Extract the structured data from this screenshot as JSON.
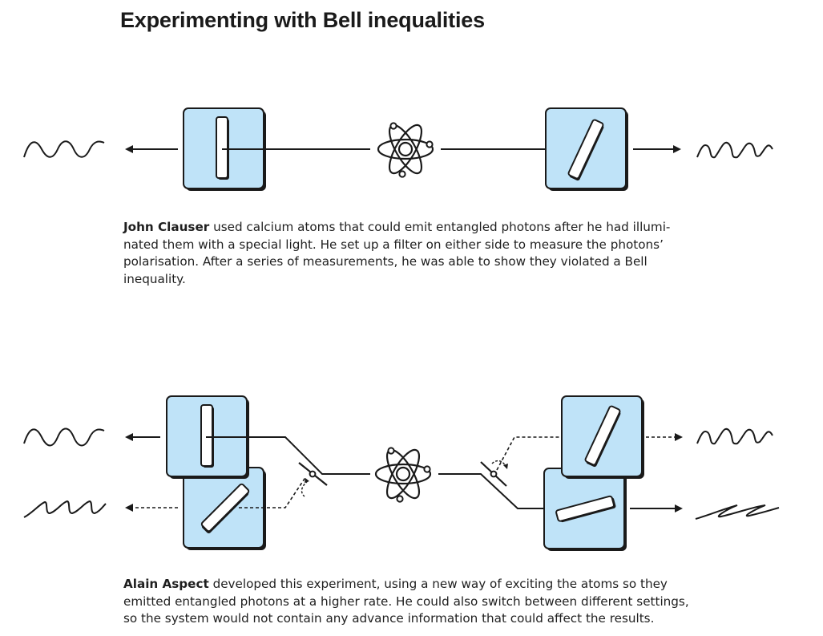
{
  "title": "Experimenting with Bell inequalities",
  "experiment_1": {
    "name": "John Clauser",
    "text_lines": [
      " used calcium atoms that could emit entangled photons after he had illumi-",
      "nated them with a special light. He set up a filter on either side to measure the photons’",
      "polarisation. After a series of measurements, he was able to show they violated a Bell",
      "inequality."
    ]
  },
  "experiment_2": {
    "name": "Alain Aspect",
    "text_lines": [
      " developed this experiment, using a new way of exciting the atoms so they",
      "emitted entangled photons at a higher rate. He could also switch between different settings,",
      "so the system would not contain any advance information that could affect the results."
    ]
  },
  "colors": {
    "filter_fill": "#bfe3f8",
    "ink": "#1a1a1a",
    "background": "#ffffff"
  }
}
